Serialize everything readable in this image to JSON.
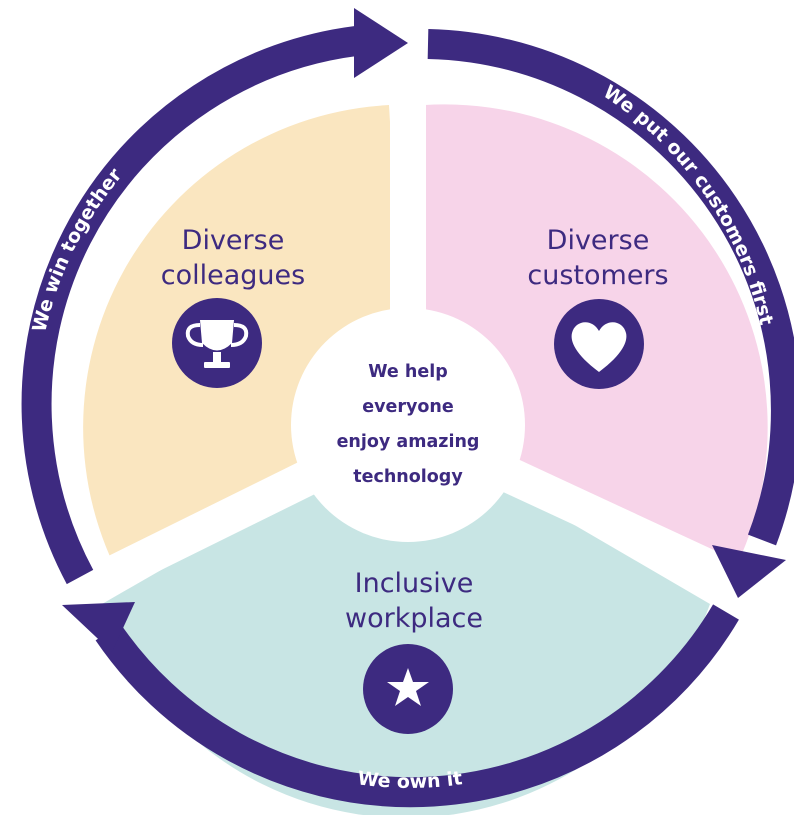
{
  "center": {
    "line1": "We help",
    "line2": "everyone",
    "line3": "enjoy amazing",
    "line4": "technology"
  },
  "segments": [
    {
      "title1": "Diverse",
      "title2": "colleagues",
      "icon": "trophy-icon",
      "fill": "#fae6c0",
      "ring_label": "We win together"
    },
    {
      "title1": "Diverse",
      "title2": "customers",
      "icon": "heart-icon",
      "fill": "#f7d4e9",
      "ring_label": "We put our customers first"
    },
    {
      "title1": "Inclusive",
      "title2": "workplace",
      "icon": "star-icon",
      "fill": "#c8e5e4",
      "ring_label": "We own it"
    }
  ],
  "colors": {
    "ring": "#3d2a80",
    "text": "#3d2a80",
    "center": "#ffffff"
  }
}
